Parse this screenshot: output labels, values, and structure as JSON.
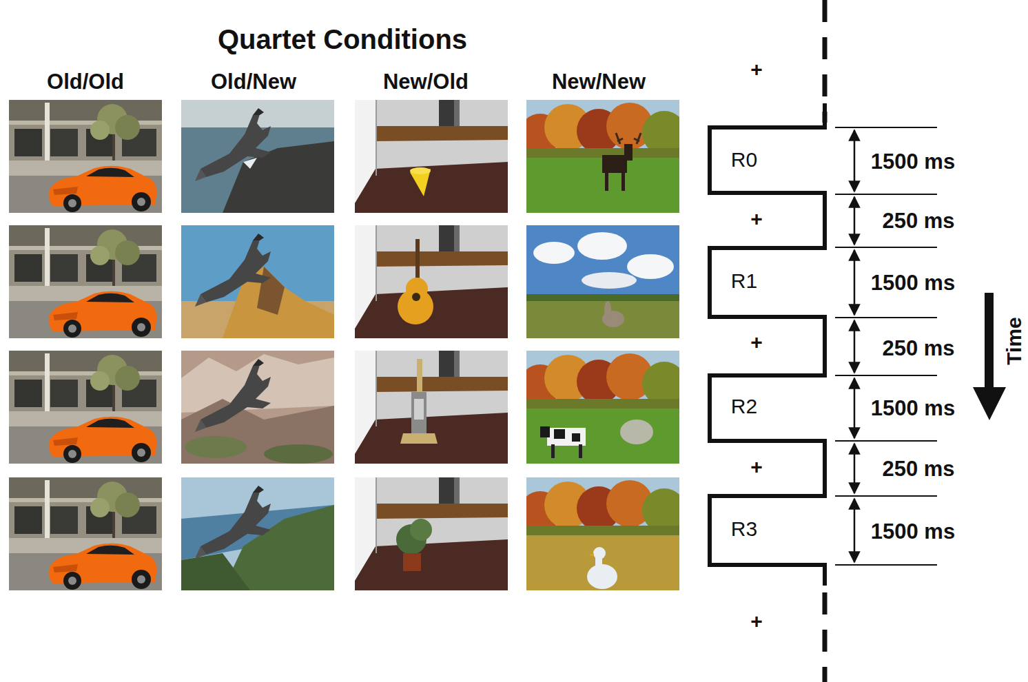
{
  "diagram": {
    "title": "Quartet Conditions",
    "labels": [
      "Old/Old",
      "Old/New",
      "New/Old",
      "New/New",
      "+",
      "R0",
      "1500 ms",
      "+",
      "250 ms",
      "R1",
      "1500 ms",
      "+",
      "250 ms",
      "R2",
      "1500 ms",
      "+",
      "250 ms",
      "R3",
      "1500 ms",
      "+",
      "Time"
    ]
  }
}
